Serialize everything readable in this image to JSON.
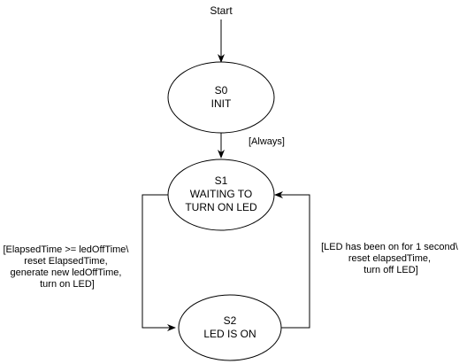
{
  "start_label": "Start",
  "states": {
    "s0": {
      "id": "S0",
      "name": "INIT"
    },
    "s1": {
      "id": "S1",
      "name_line1": "WAITING TO",
      "name_line2": "TURN ON LED"
    },
    "s2": {
      "id": "S2",
      "name": "LED IS ON"
    }
  },
  "transitions": {
    "s0_to_s1": {
      "label": "[Always]"
    },
    "s1_to_s2": {
      "lines": [
        "[ElapsedTime >= ledOffTime\\",
        "reset ElapsedTime,",
        "generate new ledOffTime,",
        "turn on LED]"
      ]
    },
    "s2_to_s1": {
      "lines": [
        "[LED has been on for 1 second\\",
        "reset elapsedTime,",
        "turn off LED]"
      ]
    }
  },
  "colors": {
    "stroke": "#000000",
    "fill": "#ffffff",
    "text": "#000000"
  }
}
